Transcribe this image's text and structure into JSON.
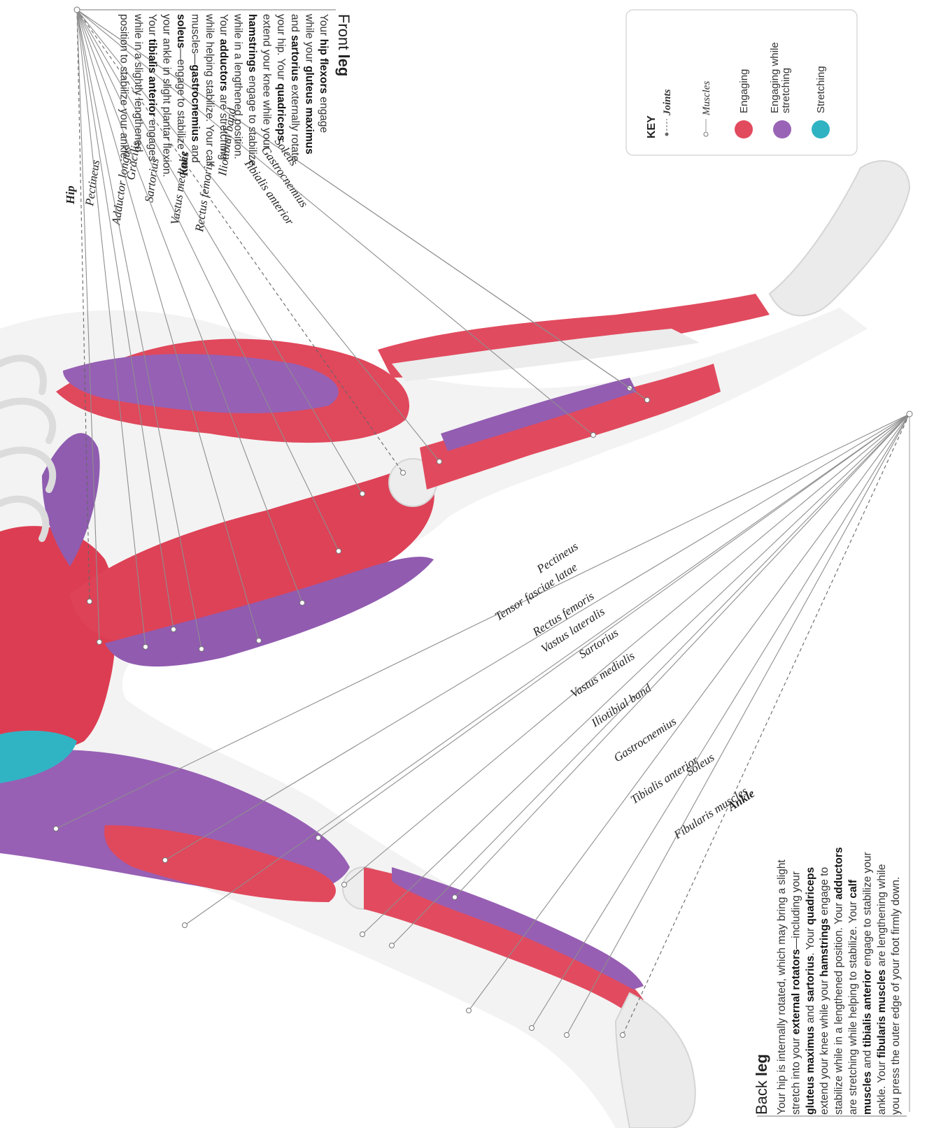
{
  "front_leg": {
    "heading_plain": "Front ",
    "heading_bold": "leg",
    "labels": [
      "Hip",
      "Pectineus",
      "Adductor longus",
      "Gracilis",
      "Sartorius",
      "Vastus medialis",
      "Rectus femoris",
      "Knee",
      "Iliotibial band",
      "Tibialis anterior",
      "Gastrocnemius",
      "Soleus"
    ],
    "paragraph": [
      [
        [
          "Your ",
          0
        ],
        [
          "hip flexors",
          1
        ],
        [
          " engage",
          0
        ]
      ],
      [
        [
          "while your ",
          0
        ],
        [
          "gluteus maximus",
          1
        ]
      ],
      [
        [
          "and ",
          0
        ],
        [
          "sartorius",
          1
        ],
        [
          " externally rotate",
          0
        ]
      ],
      [
        [
          "your hip. Your ",
          0
        ],
        [
          "quadriceps",
          1
        ]
      ],
      [
        [
          "extend your knee while your",
          0
        ]
      ],
      [
        [
          "hamstrings",
          1
        ],
        [
          " engage to stabilize",
          0
        ]
      ],
      [
        [
          "while in a lengthened position.",
          0
        ]
      ],
      [
        [
          "Your ",
          0
        ],
        [
          "adductors",
          1
        ],
        [
          " are stretching",
          0
        ]
      ],
      [
        [
          "while helping stabilize. Your calf",
          0
        ]
      ],
      [
        [
          "muscles—",
          0
        ],
        [
          "gastrocnemius",
          1
        ],
        [
          " and",
          0
        ]
      ],
      [
        [
          "soleus",
          1
        ],
        [
          "—engage to stabilize",
          0
        ]
      ],
      [
        [
          "your ankle in slight plantar flexion.",
          0
        ]
      ],
      [
        [
          "Your ",
          0
        ],
        [
          "tibialis anterior",
          1
        ],
        [
          " engages",
          0
        ]
      ],
      [
        [
          "while in a slightly lengthened",
          0
        ]
      ],
      [
        [
          "position to stabilize your ankle.",
          0
        ]
      ]
    ]
  },
  "back_leg": {
    "heading_plain": "Back ",
    "heading_bold": "leg",
    "labels": [
      "Pectineus",
      "Tensor fasciae latae",
      "Rectus femoris",
      "Vastus lateralis",
      "Sartorius",
      "Vastus medialis",
      "Iliotibial band",
      "Gastrocnemius",
      "Tibialis anterior",
      "Soleus",
      "Fibularis muscles",
      "Ankle"
    ],
    "paragraph": [
      [
        [
          "Your hip is internally rotated, which may bring a slight",
          0
        ]
      ],
      [
        [
          "stretch into your ",
          0
        ],
        [
          "external rotators",
          1
        ],
        [
          "—including your",
          0
        ]
      ],
      [
        [
          "gluteus maximus",
          1
        ],
        [
          " and ",
          0
        ],
        [
          "sartorius",
          1
        ],
        [
          ". Your ",
          0
        ],
        [
          "quadriceps",
          1
        ]
      ],
      [
        [
          "extend your knee while your ",
          0
        ],
        [
          "hamstrings",
          1
        ],
        [
          " engage to",
          0
        ]
      ],
      [
        [
          "stabilize while in a lengthened position. Your ",
          0
        ],
        [
          "adductors",
          1
        ]
      ],
      [
        [
          "are stretching while helping to stabilize. Your ",
          0
        ],
        [
          "calf",
          1
        ]
      ],
      [
        [
          "muscles",
          1
        ],
        [
          " and ",
          0
        ],
        [
          "tibialis anterior",
          1
        ],
        [
          " engage to stabilize your",
          0
        ]
      ],
      [
        [
          "ankle. Your ",
          0
        ],
        [
          "fibularis muscles",
          1
        ],
        [
          " are lengthening while",
          0
        ]
      ],
      [
        [
          "you press the outer edge of your foot firmly down.",
          0
        ]
      ]
    ]
  },
  "key": {
    "title": "KEY",
    "joints": "Joints",
    "muscles": "Muscles",
    "engaging": "Engaging",
    "engaging_while_stretching": "Engaging while stretching",
    "stretching": "Stretching"
  },
  "colors": {
    "engaging": "#e24a5e",
    "engaging_while_stretching": "#9a64b6",
    "stretching": "#2fb3c3",
    "bone": "#ededed"
  }
}
